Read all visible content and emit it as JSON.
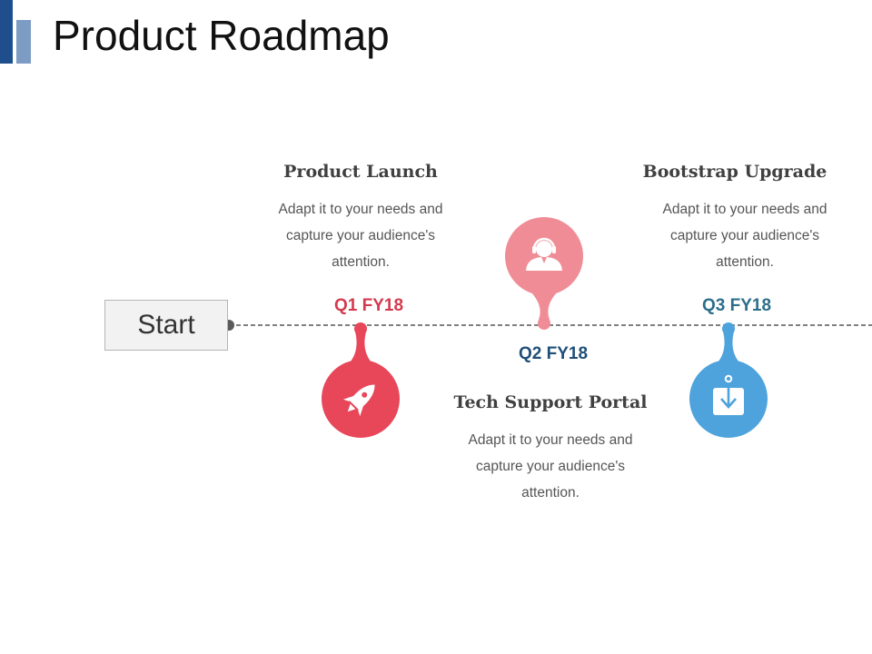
{
  "page": {
    "title": "Product Roadmap"
  },
  "start": {
    "label": "Start"
  },
  "milestones": [
    {
      "quarter": "Q1 FY18",
      "title": "Product Launch",
      "description": "Adapt it to your needs and capture your audience's attention.",
      "color": "#e8475a",
      "icon": "rocket-icon"
    },
    {
      "quarter": "Q2 FY18",
      "title": "Tech Support Portal",
      "description": "Adapt it to your needs and capture your audience's attention.",
      "color": "#f08c96",
      "icon": "support-agent-icon"
    },
    {
      "quarter": "Q3 FY18",
      "title": "Bootstrap Upgrade",
      "description": "Adapt it to your needs and capture your audience's attention.",
      "color": "#4ea3dc",
      "icon": "download-arrow-icon"
    }
  ],
  "colors": {
    "title_bar_dark": "#1f4e8c",
    "title_bar_light": "#7c9cc4",
    "q2_label": "#1f4e79",
    "q3_label": "#2c6e8a"
  }
}
